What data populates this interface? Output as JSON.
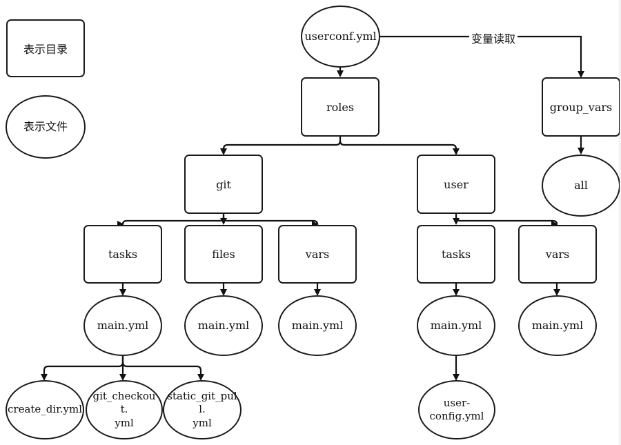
{
  "legend": {
    "dir_label": "表示目录",
    "file_label": "表示文件"
  },
  "edge_label": "变量读取",
  "nodes": {
    "userconf": "userconf.yml",
    "roles": "roles",
    "group_vars": "group_vars",
    "all": "all",
    "git": "git",
    "user": "user",
    "git_tasks": "tasks",
    "git_files": "files",
    "git_vars": "vars",
    "user_tasks": "tasks",
    "user_vars": "vars",
    "git_tasks_main": "main.yml",
    "git_files_main": "main.yml",
    "git_vars_main": "main.yml",
    "user_tasks_main": "main.yml",
    "user_vars_main": "main.yml",
    "create_dir": "create_dir.yml",
    "git_checkout": "git_checkout.\nyml",
    "static_git_pull": "static_git_pull.\nyml",
    "user_config": "user-\nconfig.yml"
  }
}
